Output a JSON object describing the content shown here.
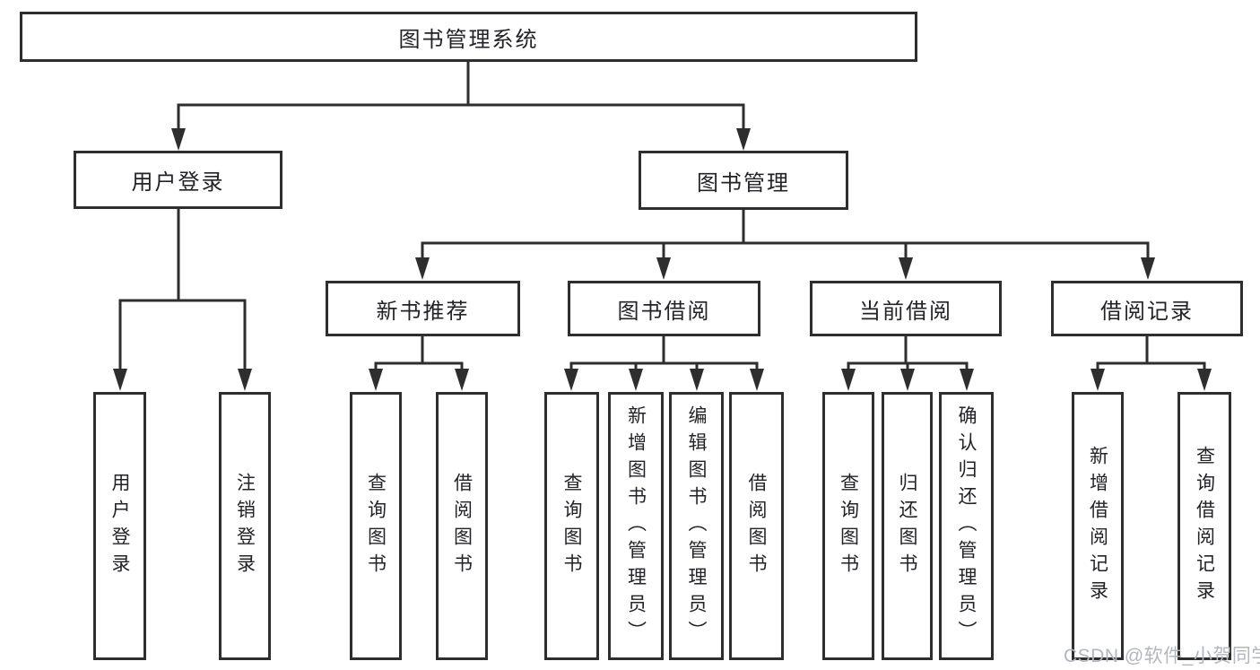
{
  "diagram": {
    "title": "图书管理系统",
    "branches": [
      {
        "label": "用户登录",
        "children": [
          {
            "label": "用户登录"
          },
          {
            "label": "注销登录"
          }
        ]
      },
      {
        "label": "图书管理",
        "children": [
          {
            "label": "新书推荐",
            "children": [
              {
                "label": "查询图书"
              },
              {
                "label": "借阅图书"
              }
            ]
          },
          {
            "label": "图书借阅",
            "children": [
              {
                "label": "查询图书"
              },
              {
                "label": "新增图书（管理员）"
              },
              {
                "label": "编辑图书（管理员）"
              },
              {
                "label": "借阅图书"
              }
            ]
          },
          {
            "label": "当前借阅",
            "children": [
              {
                "label": "查询图书"
              },
              {
                "label": "归还图书"
              },
              {
                "label": "确认归还（管理员）"
              }
            ]
          },
          {
            "label": "借阅记录",
            "children": [
              {
                "label": "新增借阅记录"
              },
              {
                "label": "查询借阅记录"
              }
            ]
          }
        ]
      }
    ]
  },
  "watermark": "CSDN @软件_小贺同学",
  "colors": {
    "line": "#2e2e2e",
    "box_border": "#2e2e2e",
    "text": "#232327",
    "watermark": "#b2b6be",
    "background": "#ffffff"
  }
}
